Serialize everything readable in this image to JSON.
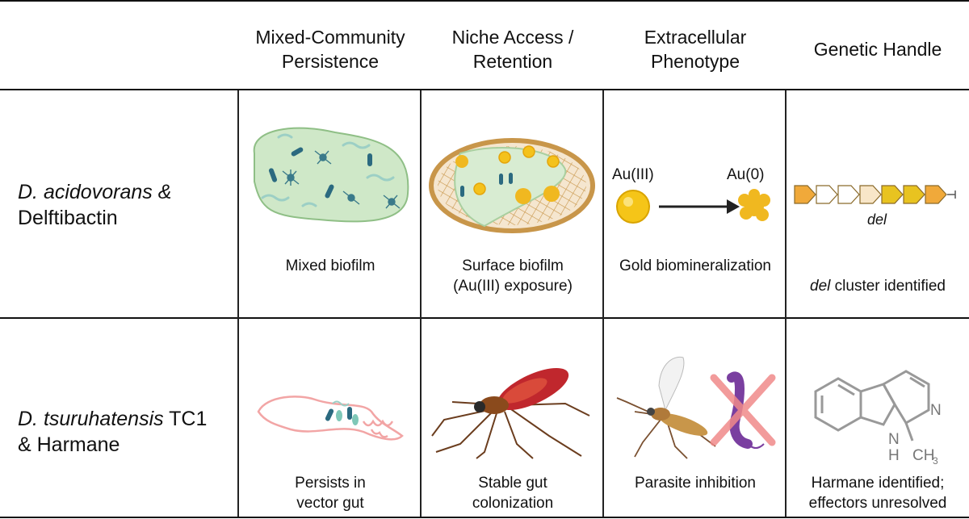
{
  "columns": [
    {
      "header": "Mixed-Community\nPersistence"
    },
    {
      "header": "Niche Access /\nRetention"
    },
    {
      "header": "Extracellular\nPhenotype"
    },
    {
      "header": "Genetic Handle"
    }
  ],
  "rows": [
    {
      "label_italic": "D. acidovorans &",
      "label_rest": "Delftibactin",
      "captions": [
        "Mixed biofilm",
        "Surface biofilm\n(Au(III) exposure)",
        "Gold biomineralization",
        " cluster identified"
      ],
      "caption4_italic": "del",
      "au_left": "Au(III)",
      "au_right": "Au(0)",
      "gene_label": "del"
    },
    {
      "label_italic": "D. tsuruhatensis",
      "label_rest": " TC1",
      "label_line2": "& Harmane",
      "captions": [
        "Persists in\nvector gut",
        "Stable gut\ncolonization",
        "Parasite inhibition",
        "Harmane identified;\neffectors unresolved"
      ],
      "chem_n": "N",
      "chem_nh": "N\nH",
      "chem_ch3": "CH"
    }
  ],
  "colors": {
    "biofilm": "#cfe8c8",
    "gold": "#f2c200",
    "blood": "#c0272d",
    "gut": "#f2a5a5",
    "parasite": "#7a3fa0",
    "cross": "#f08a8a"
  },
  "gene_arrow_colors": [
    "#f0a93a",
    "#ffffff",
    "#ffffff",
    "#f8e6c8",
    "#e8c320",
    "#e8c320",
    "#f0a93a"
  ]
}
